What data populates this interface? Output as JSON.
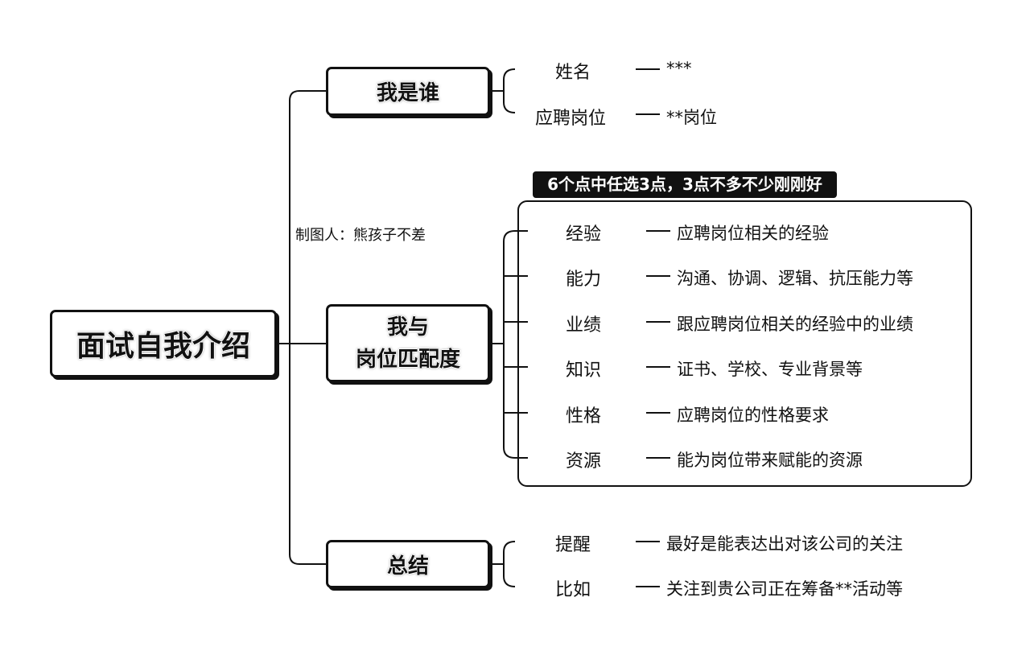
{
  "root": {
    "title": "面试自我介绍"
  },
  "maker": "制图人：熊孩子不差",
  "branch_who": {
    "title": "我是谁",
    "items": [
      {
        "label": "姓名",
        "value": "***"
      },
      {
        "label": "应聘岗位",
        "value": "**岗位"
      }
    ]
  },
  "branch_match": {
    "title_line1": "我与",
    "title_line2": "岗位匹配度",
    "note": "6个点中任选3点，3点不多不少刚刚好",
    "items": [
      {
        "label": "经验",
        "value": "应聘岗位相关的经验"
      },
      {
        "label": "能力",
        "value": "沟通、协调、逻辑、抗压能力等"
      },
      {
        "label": "业绩",
        "value": "跟应聘岗位相关的经验中的业绩"
      },
      {
        "label": "知识",
        "value": "证书、学校、专业背景等"
      },
      {
        "label": "性格",
        "value": "应聘岗位的性格要求"
      },
      {
        "label": "资源",
        "value": "能为岗位带来赋能的资源"
      }
    ]
  },
  "branch_summary": {
    "title": "总结",
    "items": [
      {
        "label": "提醒",
        "value": "最好是能表达出对该公司的关注"
      },
      {
        "label": "比如",
        "value": "关注到贵公司正在筹备**活动等"
      }
    ]
  }
}
